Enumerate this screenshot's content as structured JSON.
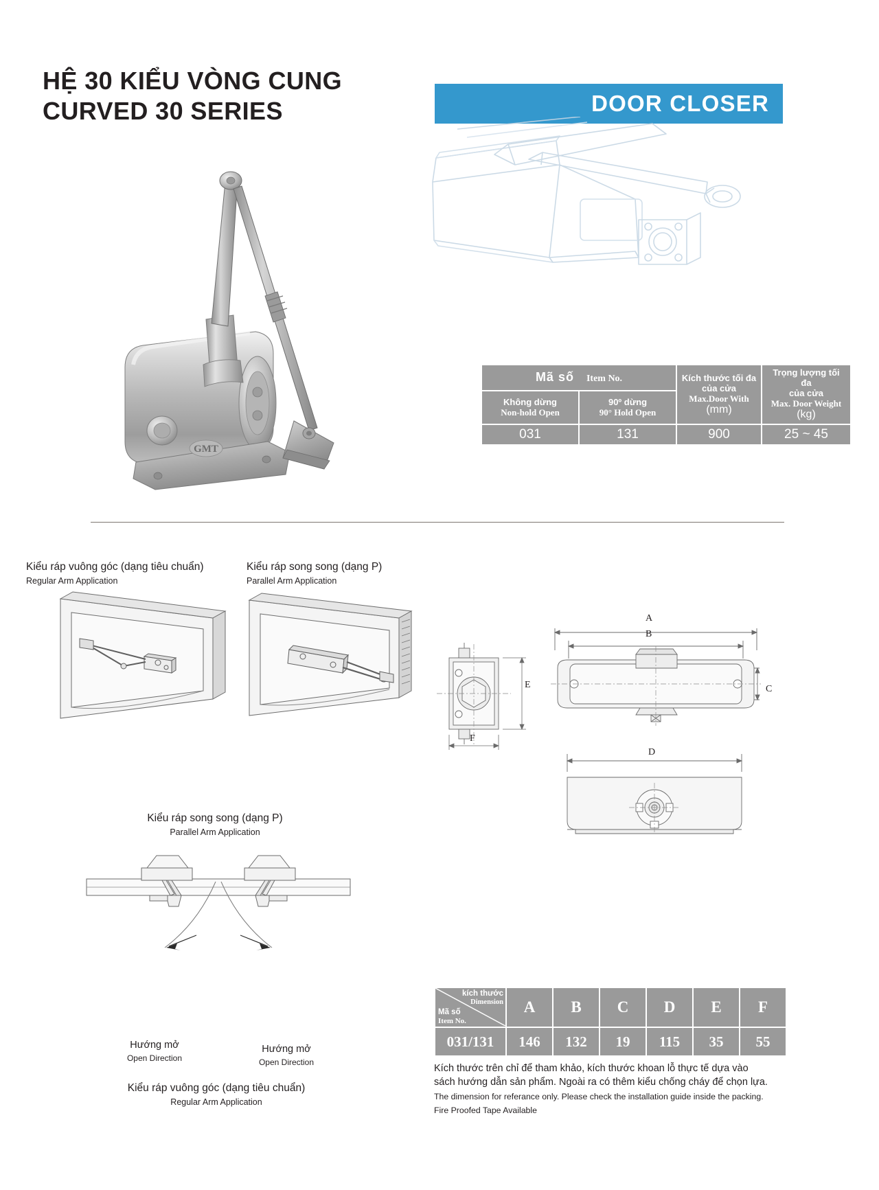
{
  "header": {
    "title_vn": "HỆ 30 KIỂU VÒNG CUNG",
    "title_en": "CURVED 30 SERIES",
    "banner_label": "DOOR CLOSER",
    "banner_color": "#3498cd"
  },
  "spec_table": {
    "item_no_vn": "Mã  số",
    "item_no_en": "Item No.",
    "non_hold_vn": "Không dừng",
    "non_hold_en": "Non-hold Open",
    "hold_vn": "90º dừng",
    "hold_en": "90° Hold Open",
    "width_vn_1": "Kích thước tối đa",
    "width_vn_2": "của cửa",
    "width_en": "Max.Door With",
    "width_unit": "(mm)",
    "weight_vn_1": "Trọng lượng tối đa",
    "weight_vn_2": "của cửa",
    "weight_en": "Max. Door Weight",
    "weight_unit": "(kg)",
    "values": {
      "non_hold": "031",
      "hold": "131",
      "max_width": "900",
      "max_weight": "25 ~ 45"
    }
  },
  "applications": {
    "regular_top": {
      "vn": "Kiểu ráp vuông góc (dạng tiêu chuẩn)",
      "en": "Regular Arm Application"
    },
    "parallel_top": {
      "vn": "Kiểu ráp song song (dạng P)",
      "en": "Parallel Arm Application"
    },
    "parallel_mid": {
      "vn": "Kiểu ráp song song (dạng P)",
      "en": "Parallel Arm Application"
    },
    "regular_bottom": {
      "vn": "Kiểu ráp vuông góc (dạng tiêu chuẩn)",
      "en": "Regular Arm Application"
    },
    "open_direction_left": {
      "vn": "Hướng mở",
      "en": "Open Direction"
    },
    "open_direction_right": {
      "vn": "Hướng mở",
      "en": "Open Direction"
    }
  },
  "drawing_labels": {
    "a": "A",
    "b": "B",
    "c": "C",
    "d": "D",
    "e": "E",
    "f": "F"
  },
  "dimension_table": {
    "corner_top_vn": "kích thước",
    "corner_top_en": "Dimension",
    "corner_bot_vn": "Mã số",
    "corner_bot_en": "Item No.",
    "columns": [
      "A",
      "B",
      "C",
      "D",
      "E",
      "F"
    ],
    "rows": [
      {
        "code": "031/131",
        "values": [
          "146",
          "132",
          "19",
          "115",
          "35",
          "55"
        ]
      }
    ]
  },
  "footnotes": {
    "vn_line1": "Kích thước trên chỉ để tham khảo, kích thước khoan lỗ thực tế dựa vào",
    "vn_line2": "sách hướng dẫn sản phẩm. Ngoài ra có thêm kiểu chống cháy để chọn lựa.",
    "en_line1": "The dimension for referance only. Please check the installation guide inside the packing.",
    "en_line2": "Fire Proofed Tape Available"
  },
  "brand": {
    "logo_text": "GMT"
  }
}
